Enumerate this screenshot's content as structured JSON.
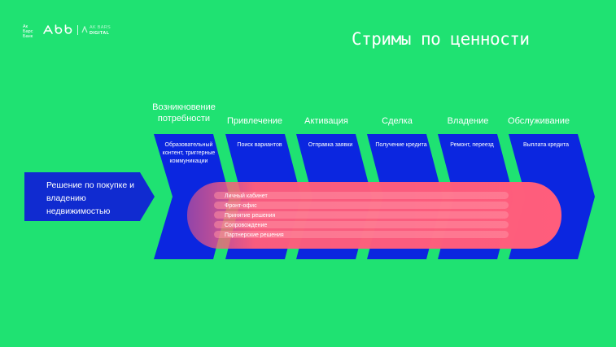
{
  "logo": {
    "bank_name": "Ак Барс Банк",
    "digital_line1": "AK BARS",
    "digital_line2": "DIGITAL"
  },
  "title": "Стримы по ценности",
  "stages": [
    {
      "label": "Возникновение потребности",
      "box": "Образовательный контент, триггерные коммуникации"
    },
    {
      "label": "Привлечение",
      "box": "Поиск вариантов"
    },
    {
      "label": "Активация",
      "box": "Отправка заявки"
    },
    {
      "label": "Сделка",
      "box": "Получение кредита"
    },
    {
      "label": "Владение",
      "box": "Ремонт, переезд"
    },
    {
      "label": "Обслуживание",
      "box": "Выплата кредита"
    }
  ],
  "main_arrow": "Решение по покупке и владению недвижимостью",
  "layers": [
    "Личный кабинет",
    "Фронт-офис",
    "Принятие решения",
    "Сопровождение",
    "Партнерские решения"
  ],
  "colors": {
    "background": "#1fe272",
    "arrow_blue": "#0b26e0",
    "main_arrow": "#102bd0",
    "overlay_pink": "#ff5d7c"
  }
}
